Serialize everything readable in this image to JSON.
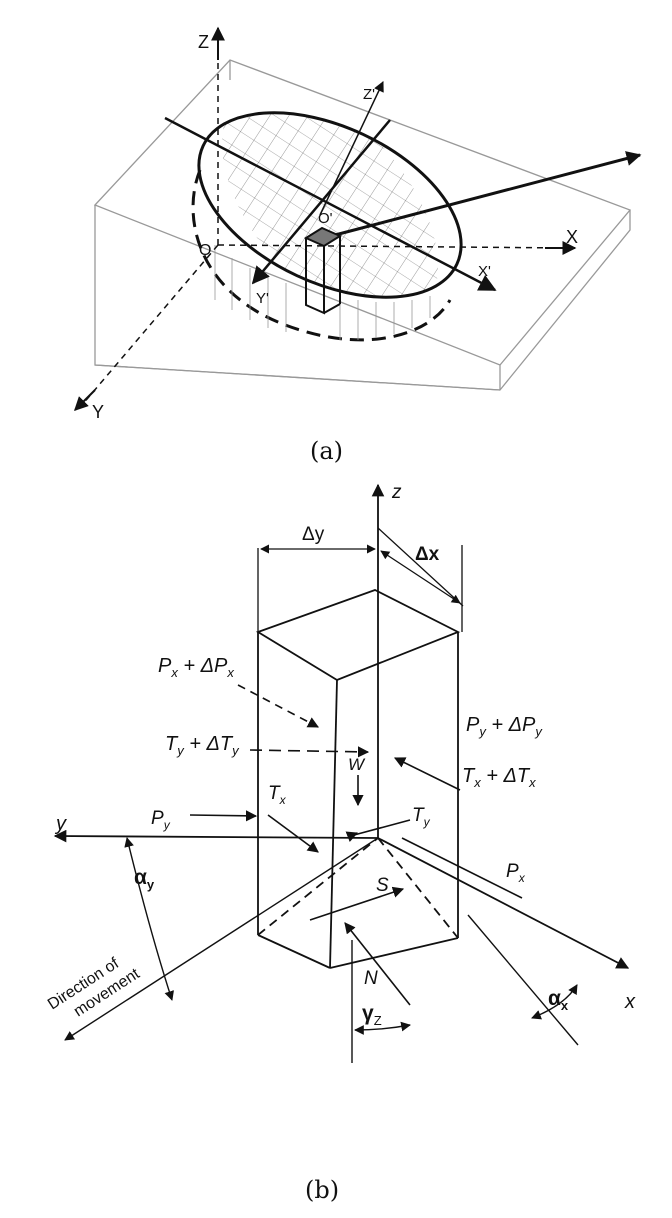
{
  "panel_a": {
    "caption": "(a)",
    "axes": {
      "z": "Z",
      "x": "X",
      "y": "Y",
      "o": "O",
      "z_prime": "Z'",
      "o_prime": "O'",
      "x_prime": "X'",
      "y_prime": "Y'"
    }
  },
  "panel_b": {
    "caption": "(b)",
    "labels": {
      "z": "z",
      "y": "y",
      "x": "x",
      "dy": "Δy",
      "dx": "Δx",
      "px_dpx": {
        "base": "P",
        "sub": "x",
        "plus": " + ΔP",
        "sub2": "x"
      },
      "ty_dty": {
        "base": "T",
        "sub": "y",
        "plus": " + ΔT",
        "sub2": "y"
      },
      "py_dpy": {
        "base": "P",
        "sub": "y",
        "plus": " + ΔP",
        "sub2": "y"
      },
      "tx_dtx": {
        "base": "T",
        "sub": "x",
        "plus": " + ΔT",
        "sub2": "x"
      },
      "w": "W",
      "tx": {
        "base": "T",
        "sub": "x"
      },
      "py": {
        "base": "P",
        "sub": "y"
      },
      "ty": {
        "base": "T",
        "sub": "y"
      },
      "px": {
        "base": "P",
        "sub": "x"
      },
      "alpha_y": {
        "base": "α",
        "sub": "y"
      },
      "alpha_x": {
        "base": "α",
        "sub": "x"
      },
      "s": "S",
      "n": "N",
      "gamma_z": {
        "base": "γ",
        "sub": "Z"
      },
      "direction_line1": "Direction of",
      "direction_line2": "movement"
    }
  }
}
